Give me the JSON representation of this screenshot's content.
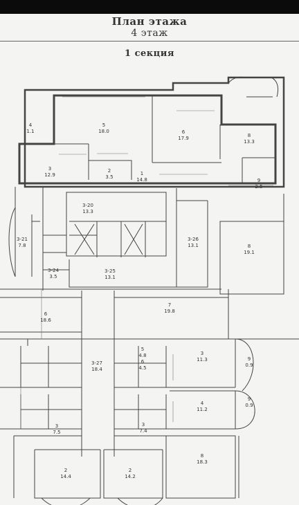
{
  "header": {
    "title": "План этажа",
    "floor": "4 этаж",
    "section": "1 секция"
  },
  "rooms": [
    {
      "id": "r1",
      "num": "5",
      "area": "18.0"
    },
    {
      "id": "r2",
      "num": "6",
      "area": "17.9"
    },
    {
      "id": "r3",
      "num": "8",
      "area": "13.3"
    },
    {
      "id": "r4",
      "num": "3",
      "area": "12.9"
    },
    {
      "id": "r5",
      "num": "2",
      "area": "3.5"
    },
    {
      "id": "r6",
      "num": "1",
      "area": "14.8"
    },
    {
      "id": "r7",
      "num": "9",
      "area": "2.5"
    },
    {
      "id": "r8",
      "num": "4",
      "area": "1.1"
    },
    {
      "id": "r9",
      "num": "3-20",
      "area": "13.3"
    },
    {
      "id": "r10",
      "num": "3-26",
      "area": "13.1"
    },
    {
      "id": "r11",
      "num": "3-21",
      "area": "7.8"
    },
    {
      "id": "r12",
      "num": "3-25",
      "area": "13.1"
    },
    {
      "id": "r13",
      "num": "3-24",
      "area": "3.5"
    },
    {
      "id": "r14",
      "num": "8",
      "area": "19.1"
    },
    {
      "id": "r15",
      "num": "6",
      "area": "18.6"
    },
    {
      "id": "r16",
      "num": "7",
      "area": "19.8"
    },
    {
      "id": "r17",
      "num": "3-27",
      "area": "18.4"
    },
    {
      "id": "r18",
      "num": "5",
      "area": "4.8"
    },
    {
      "id": "r19",
      "num": "6",
      "area": "4.5"
    },
    {
      "id": "r20",
      "num": "3",
      "area": "11.3"
    },
    {
      "id": "r21",
      "num": "4",
      "area": "11.2"
    },
    {
      "id": "r22",
      "num": "3",
      "area": "7.5"
    },
    {
      "id": "r23",
      "num": "3",
      "area": "7.4"
    },
    {
      "id": "r24",
      "num": "2",
      "area": "14.4"
    },
    {
      "id": "r25",
      "num": "2",
      "area": "14.2"
    },
    {
      "id": "r26",
      "num": "8",
      "area": "18.3"
    },
    {
      "id": "r27",
      "num": "9",
      "area": "0.9"
    },
    {
      "id": "r28",
      "num": "9",
      "area": "0.9"
    }
  ]
}
